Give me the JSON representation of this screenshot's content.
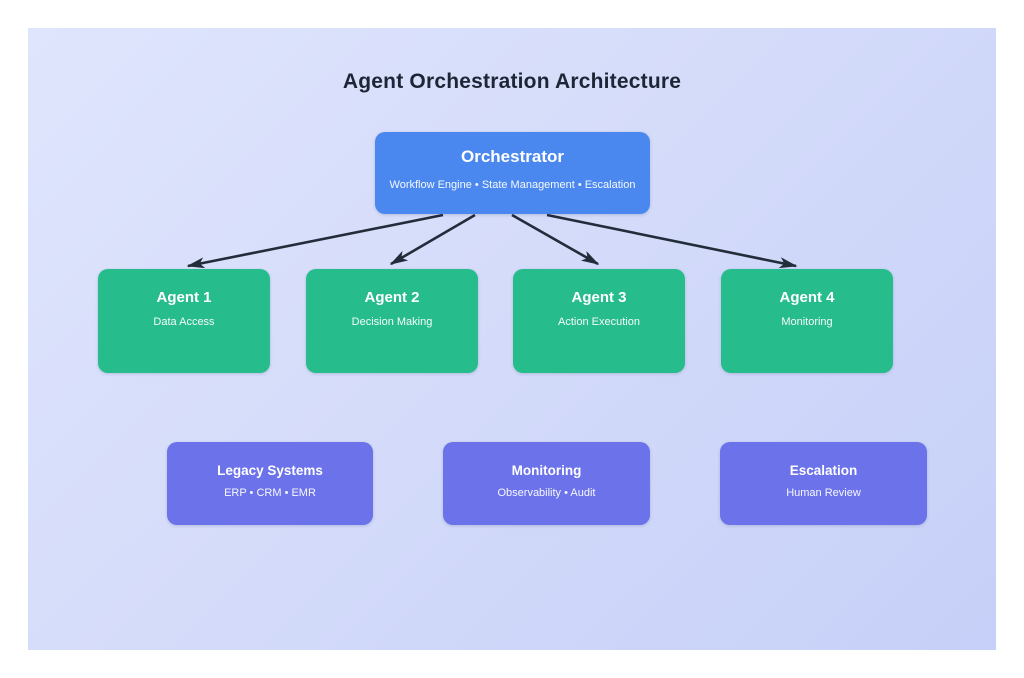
{
  "diagram": {
    "title": "Agent Orchestration Architecture",
    "orchestrator": {
      "title": "Orchestrator",
      "subtitle": "Workflow Engine • State Management • Escalation",
      "color": "#4a88ef"
    },
    "agent_color": "#27bc8c",
    "agents": [
      {
        "title": "Agent 1",
        "subtitle": "Data Access"
      },
      {
        "title": "Agent 2",
        "subtitle": "Decision Making"
      },
      {
        "title": "Agent 3",
        "subtitle": "Action Execution"
      },
      {
        "title": "Agent 4",
        "subtitle": "Monitoring"
      }
    ],
    "support_color": "#6b72ea",
    "support_systems": [
      {
        "title": "Legacy Systems",
        "subtitle": "ERP • CRM • EMR"
      },
      {
        "title": "Monitoring",
        "subtitle": "Observability • Audit"
      },
      {
        "title": "Escalation",
        "subtitle": "Human Review"
      }
    ],
    "connections": [
      {
        "from": "Orchestrator",
        "to": "Agent 1"
      },
      {
        "from": "Orchestrator",
        "to": "Agent 2"
      },
      {
        "from": "Orchestrator",
        "to": "Agent 3"
      },
      {
        "from": "Orchestrator",
        "to": "Agent 4"
      }
    ],
    "colors": {
      "arrow": "#232c3a",
      "heading_text": "#1d2636",
      "node_text": "#ffffff",
      "background_top_left": "#dfe5fc",
      "background_bottom_right": "#c6d0f8",
      "page_margin": "#ffffff"
    }
  }
}
